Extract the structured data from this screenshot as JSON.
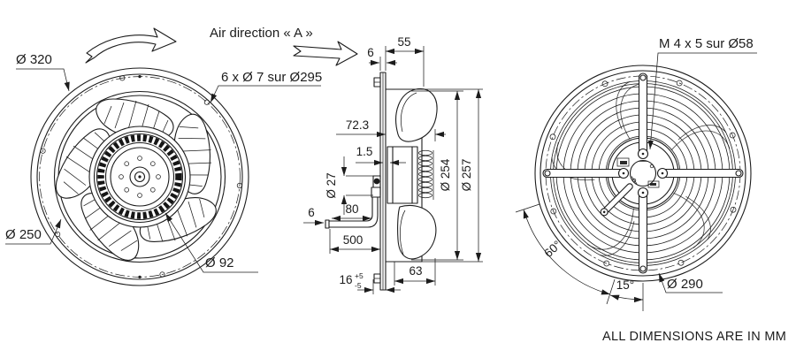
{
  "drawing": {
    "background": "#ffffff",
    "line_color": "#1c1c1c",
    "air_direction_label": "Air direction « A »",
    "units_note": "ALL DIMENSIONS ARE IN MM"
  },
  "front_view": {
    "labels": {
      "outer_diameter": "Ø 320",
      "mounting_holes": "6 x Ø 7 sur Ø295",
      "ring_diameter": "Ø 250",
      "hub_diameter": "Ø 92"
    }
  },
  "side_view": {
    "labels": {
      "casing_depth": "55",
      "plate_thickness": "6",
      "hub_offset": "72.3",
      "flange_gap": "1.5",
      "boss_diameter": "Ø 27",
      "cable_offset": "80",
      "cable_diameter": "6",
      "cable_length": "500",
      "plate_depth": "16",
      "plate_depth_tol_plus": "+5",
      "plate_depth_tol_minus": "-5",
      "motor_depth": "63",
      "impeller_diameter": "Ø 254",
      "casing_diameter": "Ø 257"
    }
  },
  "rear_view": {
    "labels": {
      "motor_fixing": "M 4 x 5 sur Ø58",
      "spoke_angle": "60°",
      "hole_angle": "15°",
      "guard_bolt_circle": "Ø 290"
    }
  }
}
